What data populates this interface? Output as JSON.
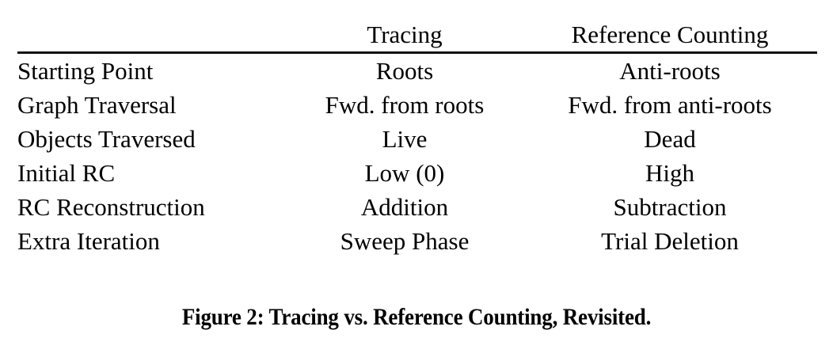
{
  "figure": {
    "caption": "Figure 2: Tracing vs. Reference Counting, Revisited.",
    "rule_color": "#111111",
    "divider_color": "#1a1a1a",
    "text_color": "#000000",
    "background_color": "#ffffff"
  },
  "table": {
    "corner_header": "",
    "columns": [
      "",
      "Tracing",
      "Reference Counting"
    ],
    "rows": [
      {
        "attribute": "Starting Point",
        "tracing": "Roots",
        "reference_counting": "Anti-roots"
      },
      {
        "attribute": "Graph Traversal",
        "tracing": "Fwd. from roots",
        "reference_counting": "Fwd. from anti-roots"
      },
      {
        "attribute": "Objects Traversed",
        "tracing": "Live",
        "reference_counting": "Dead"
      },
      {
        "attribute": "Initial RC",
        "tracing": "Low (0)",
        "reference_counting": "High"
      },
      {
        "attribute": "RC Reconstruction",
        "tracing": "Addition",
        "reference_counting": "Subtraction"
      },
      {
        "attribute": "Extra Iteration",
        "tracing": "Sweep Phase",
        "reference_counting": "Trial Deletion"
      }
    ]
  }
}
